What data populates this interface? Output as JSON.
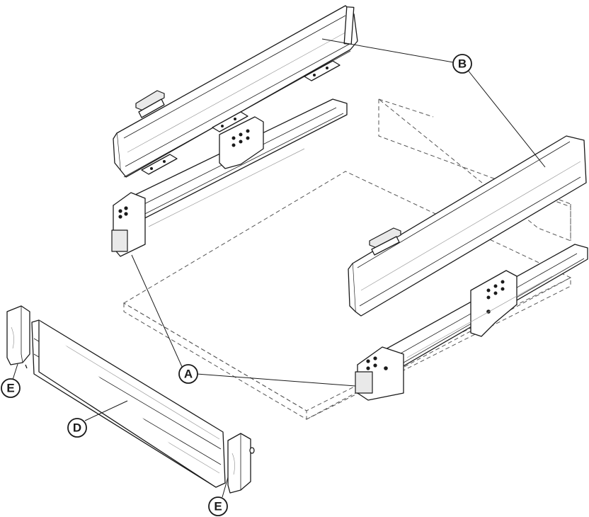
{
  "callouts": {
    "a": "A",
    "b": "B",
    "d": "D",
    "e_left": "E",
    "e_right": "E"
  },
  "colors": {
    "line": "#1a1a1a",
    "dashed_outline": "#555555",
    "background": "#ffffff"
  }
}
